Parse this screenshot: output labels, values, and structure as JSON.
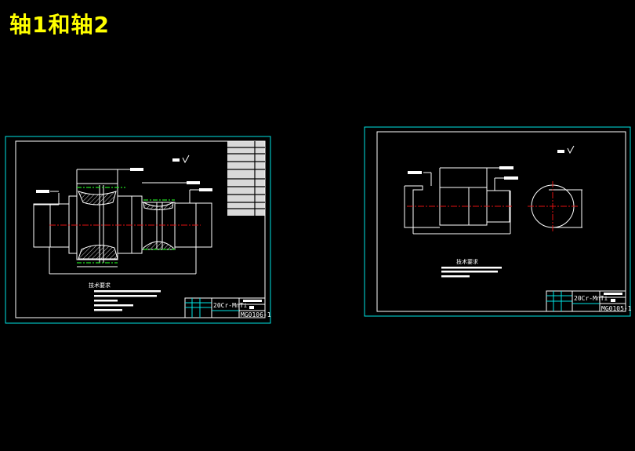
{
  "title": "轴1和轴2",
  "colors": {
    "title": "#ffff00",
    "frame": "#00e5e5",
    "lines": "#ffffff",
    "centerline": "#e01010",
    "pitch_line": "#20e020"
  },
  "drawings": [
    {
      "material": "20Cr-MnTi",
      "drawing_no": "MG0106-1",
      "notes_heading": "技术要求"
    },
    {
      "material": "20Cr-MnTi",
      "drawing_no": "MG0105-1",
      "notes_heading": "技术要求"
    }
  ]
}
